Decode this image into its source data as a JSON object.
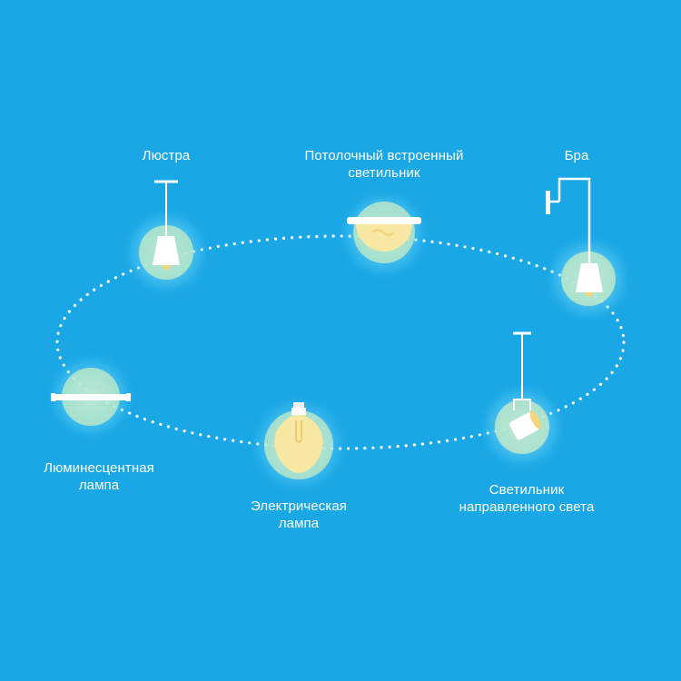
{
  "diagram": {
    "background": "#1aa7e6",
    "path_color": "#ffffff",
    "glow_color": "#8fe3ff",
    "lamp_fill": "#f9e7a4",
    "nodes": [
      {
        "id": "chandelier",
        "icon": "chandelier-icon",
        "label_lines": [
          "Люстра"
        ]
      },
      {
        "id": "ceiling-recessed",
        "icon": "ceiling-recessed-light-icon",
        "label_lines": [
          "Потолочный встроенный",
          "светильник"
        ]
      },
      {
        "id": "sconce",
        "icon": "wall-sconce-icon",
        "label_lines": [
          "Бра"
        ]
      },
      {
        "id": "spotlight",
        "icon": "spotlight-icon",
        "label_lines": [
          "Светильник",
          "направленного света"
        ]
      },
      {
        "id": "bulb",
        "icon": "light-bulb-icon",
        "label_lines": [
          "Электрическая",
          "лампа"
        ]
      },
      {
        "id": "fluorescent",
        "icon": "fluorescent-lamp-icon",
        "label_lines": [
          "Люминесцентная",
          "лампа"
        ]
      }
    ]
  }
}
